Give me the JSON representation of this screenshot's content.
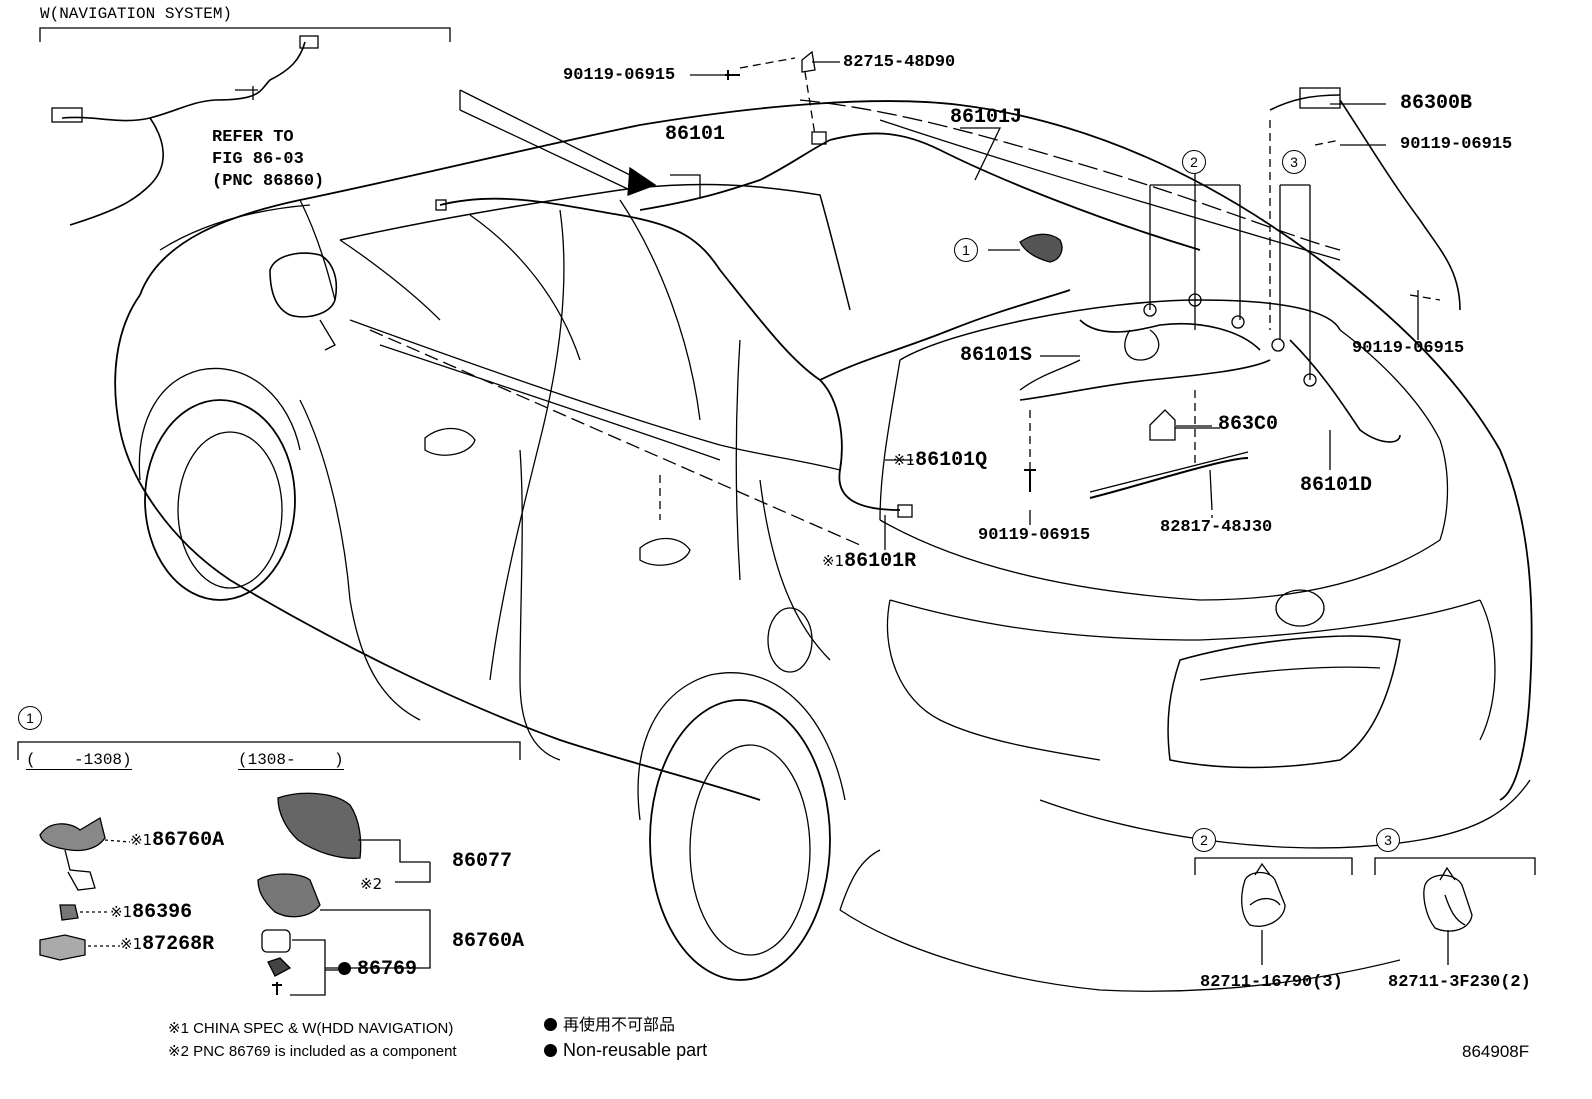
{
  "header": {
    "nav_system": "W(NAVIGATION SYSTEM)",
    "refer": [
      "REFER TO",
      "FIG 86-03",
      "(PNC 86860)"
    ]
  },
  "parts": {
    "p90119_top": "90119-06915",
    "p82715": "82715-48D90",
    "p86101": "86101",
    "p86101J": "86101J",
    "p86300B": "86300B",
    "p90119_right1": "90119-06915",
    "p90119_right2": "90119-06915",
    "p86101S": "86101S",
    "p863C0": "863C0",
    "p86101Q": "86101Q",
    "p86101D": "86101D",
    "p90119_mid": "90119-06915",
    "p82817": "82817-48J30",
    "p86101R": "86101R"
  },
  "callouts": {
    "c1": "1",
    "c2": "2",
    "c3": "3"
  },
  "mark1": "※1",
  "mark2": "※2",
  "inset1": {
    "range_a": "(    -1308)",
    "range_b": "(1308-    )",
    "p86760A_a": "86760A",
    "p86396": "86396",
    "p87268R": "87268R",
    "p86077": "86077",
    "p86760A_b": "86760A",
    "p86769": "86769"
  },
  "inset2": {
    "part": "82711-16790(3)"
  },
  "inset3": {
    "part": "82711-3F230(2)"
  },
  "footer": {
    "note1": "※1 CHINA SPEC & W(HDD NAVIGATION)",
    "note2": "※2 PNC 86769 is included as a component",
    "jp_legend": "再使用不可部品",
    "en_legend": "Non-reusable part",
    "fig_id": "864908F"
  }
}
